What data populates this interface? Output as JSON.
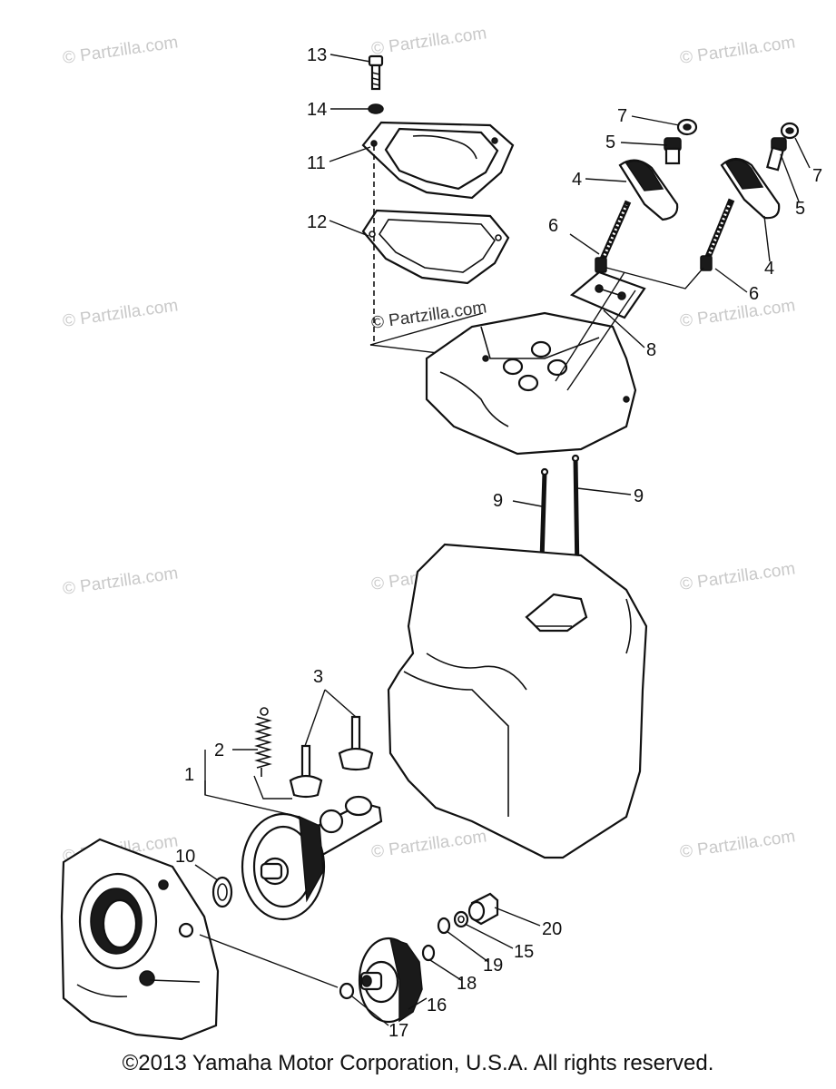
{
  "watermark": "© Partzilla.com",
  "copyright": "©2013 Yamaha Motor Corporation, U.S.A. All rights reserved.",
  "callouts": {
    "c1": "1",
    "c2": "2",
    "c3": "3",
    "c4a": "4",
    "c4b": "4",
    "c5a": "5",
    "c5b": "5",
    "c6a": "6",
    "c6b": "6",
    "c7a": "7",
    "c7b": "7",
    "c8": "8",
    "c9a": "9",
    "c9b": "9",
    "c10": "10",
    "c11": "11",
    "c12": "12",
    "c13": "13",
    "c14": "14",
    "c15": "15",
    "c16": "16",
    "c17": "17",
    "c18": "18",
    "c19": "19",
    "c20": "20"
  }
}
